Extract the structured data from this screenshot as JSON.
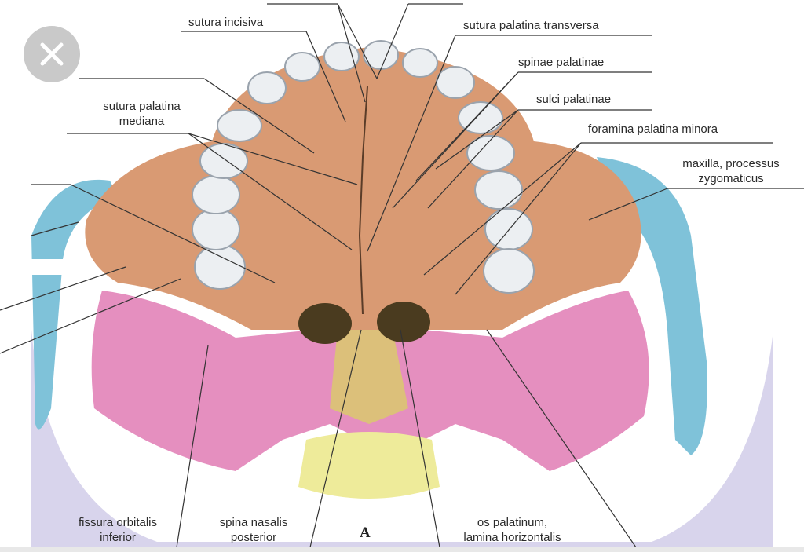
{
  "figure": {
    "plate_letter": "A",
    "colors": {
      "maxilla": "#d99a73",
      "palatine": "#e0b67a",
      "sphenoid": "#e58fbf",
      "vomer": "#dcc07a",
      "zygomatic": "#7fc2d9",
      "teeth": "#eceff2",
      "background_bone": "#d8d4ec"
    }
  },
  "ui": {
    "close_icon": "close-icon"
  },
  "labels": {
    "sutura_incisiva": "sutura incisiva",
    "sutura_palatina_transversa": "sutura palatina transversa",
    "spinae_palatinae": "spinae palatinae",
    "sutura_palatina_mediana_1": "sutura palatina",
    "sutura_palatina_mediana_2": "mediana",
    "sulci_palatinae": "sulci palatinae",
    "foramina_palatina_minora": "foramina palatina minora",
    "maxilla_1": "maxilla, processus",
    "maxilla_2": "zygomaticus",
    "fissura_1": "fissura orbitalis",
    "fissura_2": "inferior",
    "spina_1": "spina nasalis",
    "spina_2": "posterior",
    "os_1": "os palatinum,",
    "os_2": "lamina horizontalis"
  }
}
